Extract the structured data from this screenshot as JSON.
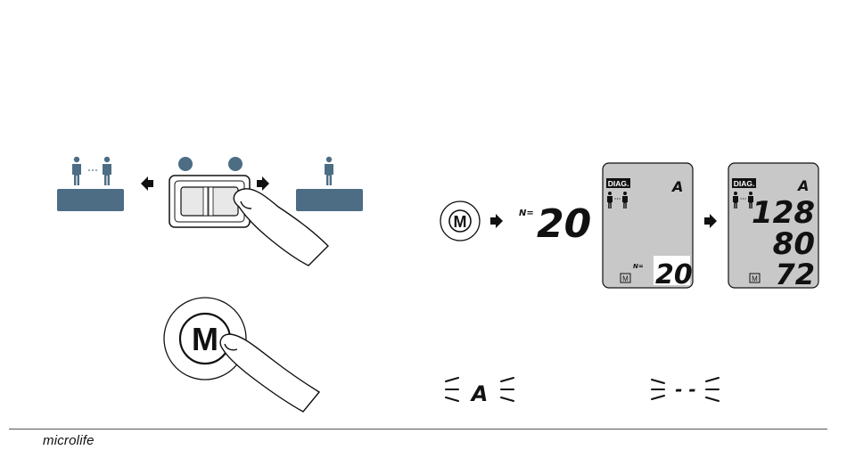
{
  "colors": {
    "panel": "#4d6d85",
    "lcd_bg": "#c8c8c8",
    "ink": "#111111",
    "lcd_hilite": "#ffffff"
  },
  "icons": {
    "user_group": "multi-user-icon",
    "single_user": "single-user-icon",
    "m_button": "m-button-icon",
    "arrow": "arrow-icon"
  },
  "m_button": {
    "label": "M"
  },
  "count_display": {
    "prefix": "N=",
    "value": "20"
  },
  "lcd_left": {
    "badge": "DIAG.",
    "mode": "A",
    "n_prefix": "N=",
    "n_value": "20",
    "m_tag": "M"
  },
  "lcd_right": {
    "badge": "DIAG.",
    "mode": "A",
    "systolic": "128",
    "diastolic": "80",
    "pulse": "72",
    "m_tag": "M"
  },
  "blink_left": {
    "symbol": "A"
  },
  "blink_right": {
    "symbol": "- -"
  },
  "footer": {
    "brand": "microlife"
  }
}
